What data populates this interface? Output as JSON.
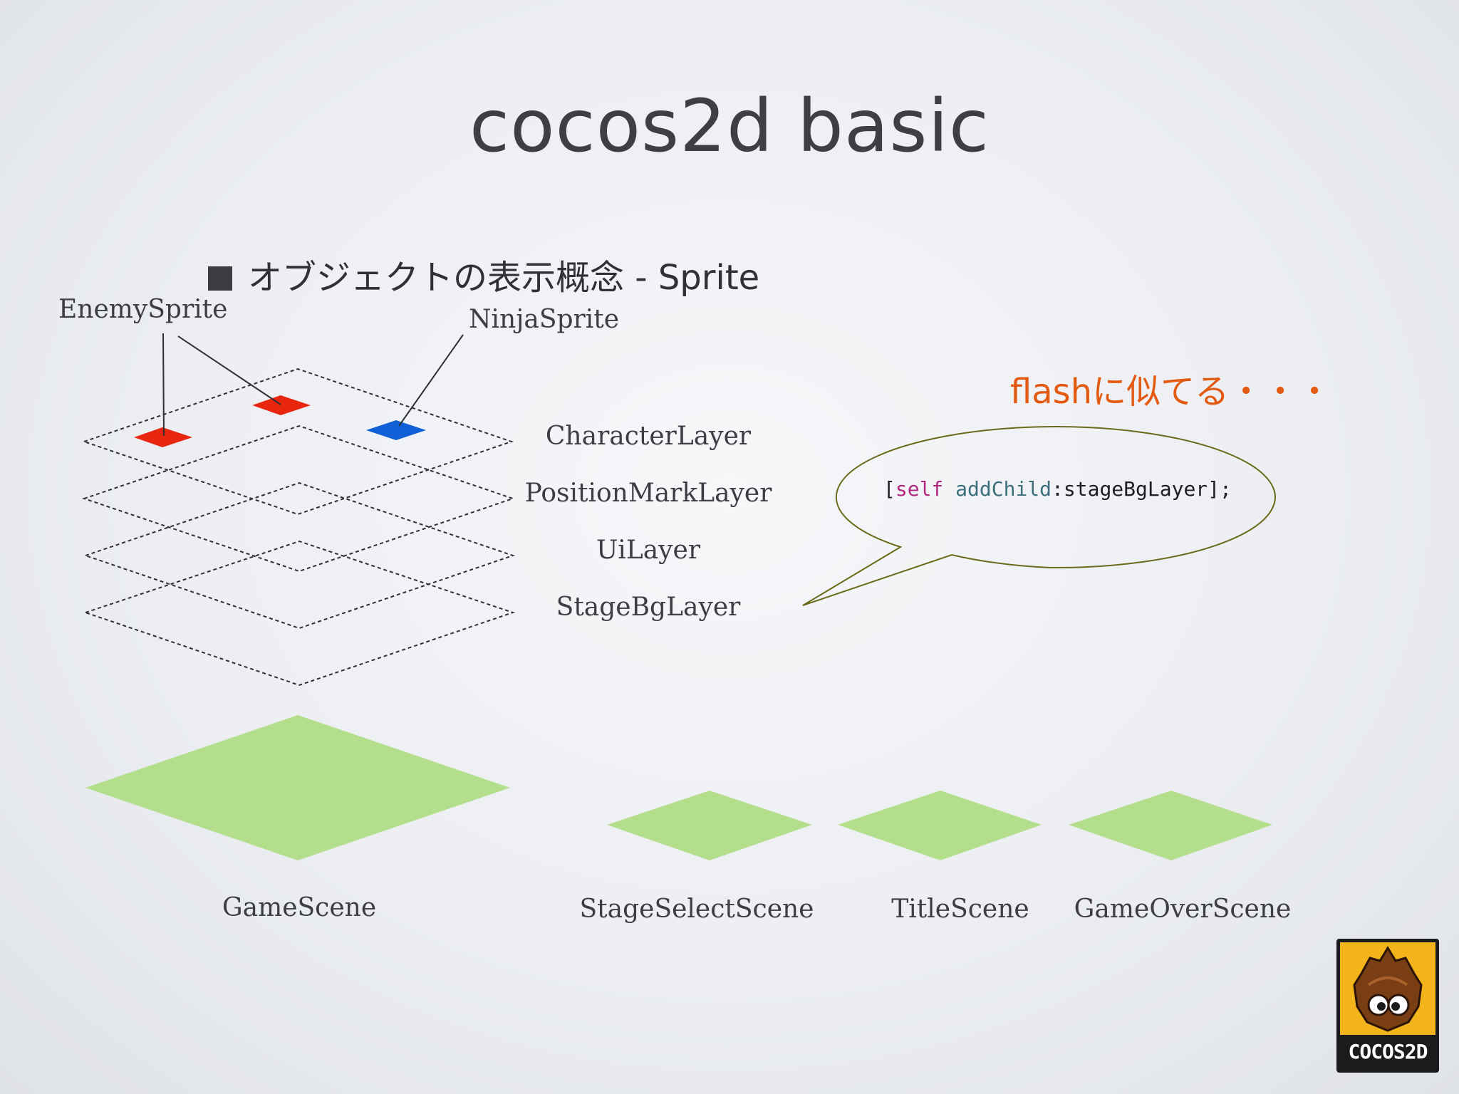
{
  "slide": {
    "title": "cocos2d basic",
    "bullet": "オブジェクトの表示概念 - Sprite"
  },
  "sprites": {
    "enemy_label": "EnemySprite",
    "ninja_label": "NinjaSprite"
  },
  "layers": [
    {
      "label": "CharacterLayer"
    },
    {
      "label": "PositionMarkLayer"
    },
    {
      "label": "UiLayer"
    },
    {
      "label": "StageBgLayer"
    }
  ],
  "callout": {
    "note": "flashに似てる・・・",
    "code_open": "[",
    "code_keyword": "self",
    "code_method": "addChild",
    "code_rest": ":stageBgLayer];"
  },
  "scenes": [
    {
      "label": "GameScene"
    },
    {
      "label": "StageSelectScene"
    },
    {
      "label": "TitleScene"
    },
    {
      "label": "GameOverScene"
    }
  ],
  "logo": {
    "text": "COCOS2D"
  },
  "colors": {
    "enemy_sprite": "#e8250f",
    "ninja_sprite": "#0f5fd6",
    "scene": "#b3df8c",
    "note": "#e35b12",
    "bubble_stroke": "#6b6a1a"
  }
}
